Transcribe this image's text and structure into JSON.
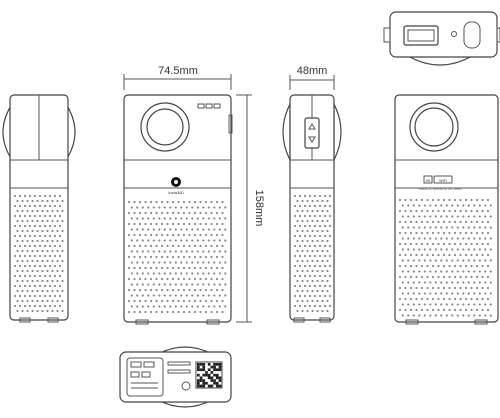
{
  "dimensions": {
    "width_label": "74.5mm",
    "depth_label": "48mm",
    "height_label": "158mm"
  },
  "front_view": {
    "brand_label": "Insta360"
  },
  "back_view": {
    "badge_4k": "4K",
    "badge_wifi": "WiFi",
    "caption": "Insta360 4K Spherical VR 360 Camera"
  }
}
